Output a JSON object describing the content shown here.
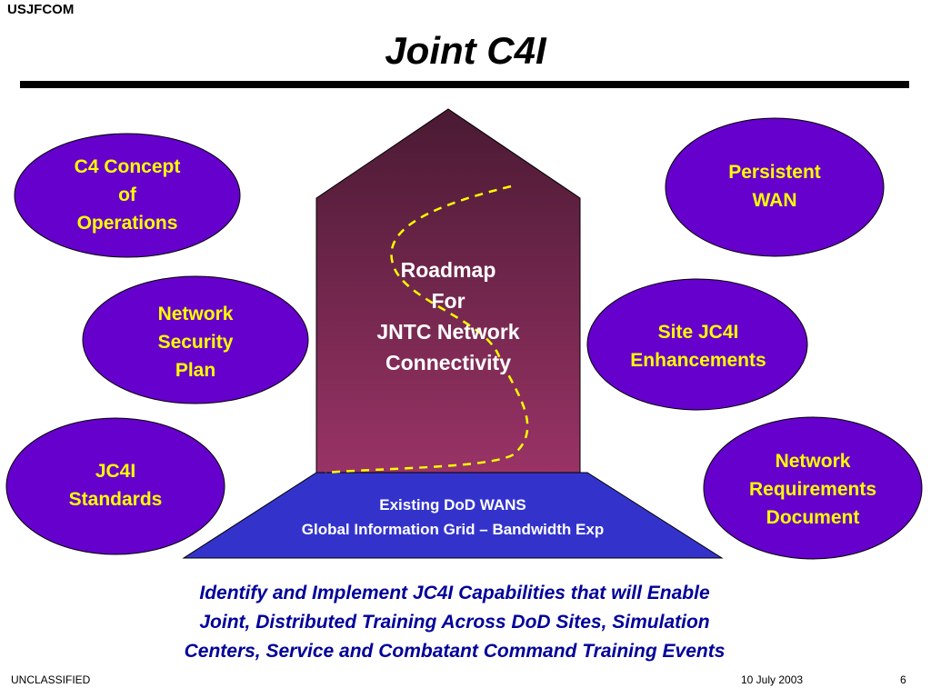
{
  "header": {
    "organization": "USJFCOM",
    "title": "Joint C4I"
  },
  "diagram": {
    "center": {
      "text": "Roadmap\nFor\nJNTC Network\nConnectivity"
    },
    "base": {
      "text": "Existing DoD WANS\nGlobal Information Grid – Bandwidth Exp"
    },
    "left_ovals": [
      {
        "label": "C4 Concept\nof\nOperations"
      },
      {
        "label": "Network\nSecurity\nPlan"
      },
      {
        "label": "JC4I\nStandards"
      }
    ],
    "right_ovals": [
      {
        "label": "Persistent\nWAN"
      },
      {
        "label": "Site JC4I\nEnhancements"
      },
      {
        "label": "Network\nRequirements\nDocument"
      }
    ]
  },
  "summary": "Identify and Implement JC4I Capabilities that will Enable\nJoint, Distributed Training Across DoD Sites, Simulation\nCenters, Service and Combatant Command Training Events",
  "footer": {
    "classification": "UNCLASSIFIED",
    "date": "10 July 2003",
    "page_number": "6"
  },
  "colors": {
    "oval_fill": "#6600cc",
    "oval_text": "#ffff00",
    "house_top": "#4a1a33",
    "house_bottom": "#993366",
    "base_fill": "#3333cc",
    "road_dash": "#ffff00",
    "summary_text": "#000099"
  }
}
